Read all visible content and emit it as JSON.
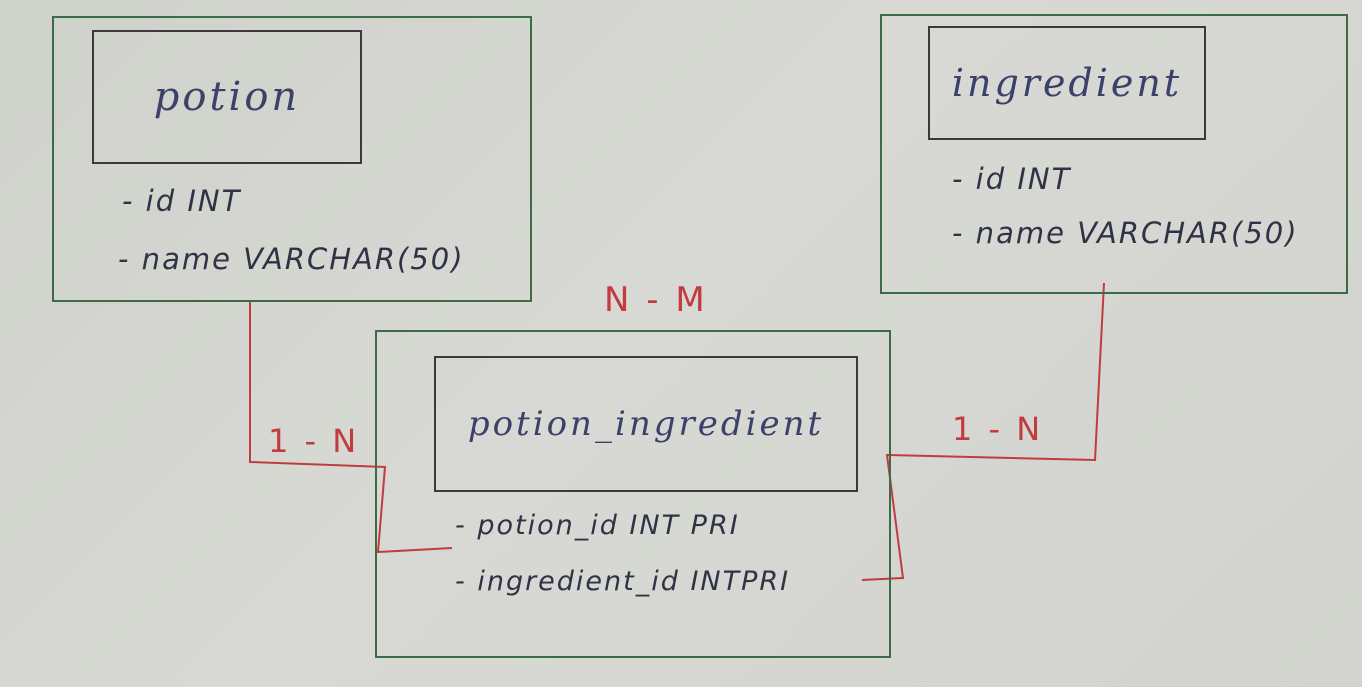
{
  "diagram": {
    "colors": {
      "entity_border": "#3d6b48",
      "title_border": "#3a3a3a",
      "relation_line": "#c23b3f",
      "text": "#2f3345"
    },
    "relation_label": "N - M",
    "entities": {
      "potion": {
        "title": "potion",
        "fields": [
          "- id INT",
          "- name VARCHAR(50)"
        ]
      },
      "ingredient": {
        "title": "ingredient",
        "fields": [
          "- id INT",
          "- name VARCHAR(50)"
        ]
      },
      "potion_ingredient": {
        "title": "potion_ingredient",
        "fields": [
          "- potion_id INT PRI",
          "- ingredient_id INTPRI"
        ]
      }
    },
    "links": [
      {
        "from": "potion",
        "to": "potion_ingredient",
        "cardinality": "1 - N"
      },
      {
        "from": "ingredient",
        "to": "potion_ingredient",
        "cardinality": "1 - N"
      }
    ]
  }
}
